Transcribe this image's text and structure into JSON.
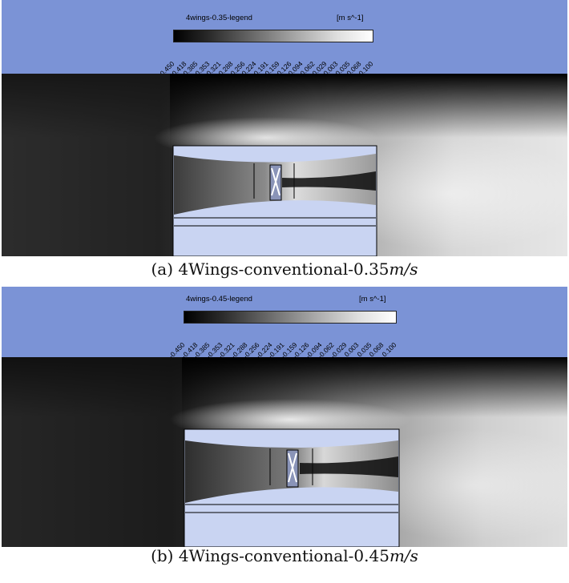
{
  "panels": [
    {
      "legend_title": "4wings-0.35-legend",
      "unit": "[m s^-1]",
      "ticks": [
        "-0.450",
        "-0.418",
        "-0.385",
        "-0.353",
        "-0.321",
        "-0.288",
        "-0.256",
        "-0.224",
        "-0.191",
        "-0.159",
        "-0.126",
        "-0.094",
        "-0.062",
        "-0.029",
        "0.003",
        "0.035",
        "0.068",
        "0.100"
      ],
      "caption_prefix": "(a) 4Wings-conventional-0.35",
      "caption_unit": "m/s"
    },
    {
      "legend_title": "4wings-0.45-legend",
      "unit": "[m s^-1]",
      "ticks": [
        "-0.450",
        "-0.418",
        "-0.385",
        "-0.353",
        "-0.321",
        "-0.288",
        "-0.256",
        "-0.224",
        "-0.191",
        "-0.159",
        "-0.126",
        "-0.094",
        "-0.062",
        "-0.029",
        "0.003",
        "0.035",
        "0.068",
        "0.100"
      ],
      "caption_prefix": "(b) 4Wings-conventional-0.45",
      "caption_unit": "m/s"
    }
  ],
  "colors": {
    "legend_background": "#7b93d6",
    "duct_fill": "#c9d4f2",
    "colormap_min": "#000000",
    "colormap_max": "#ffffff"
  }
}
